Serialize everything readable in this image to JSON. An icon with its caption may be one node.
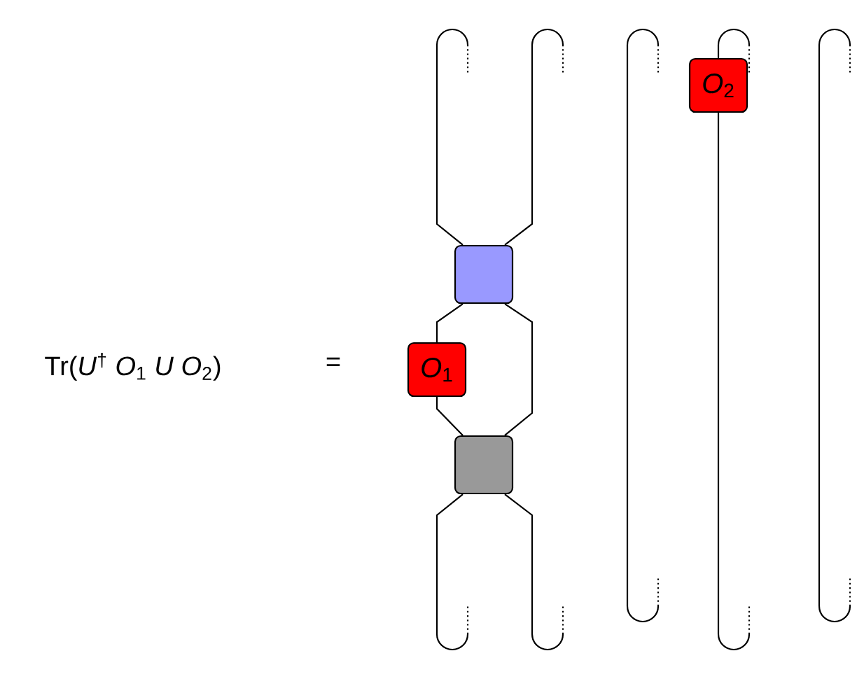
{
  "diagram": {
    "nodes": [
      {
        "text": [],
        "shape": "box"
      },
      {
        "text": [
          "*O*$_{1}$"
        ]
      },
      {
        "text": [],
        "shape": "box"
      },
      {
        "text": [
          "*O*$_{2}$"
        ]
      }
    ],
    "edges": [
      {
        "from": 0,
        "to": null,
        "arrow": "none"
      },
      {
        "from": 0,
        "to": null,
        "arrow": "none"
      },
      {
        "from": 0,
        "to": 1,
        "arrow": "none"
      },
      {
        "from": 1,
        "to": 2,
        "arrow": "none"
      },
      {
        "from": 0,
        "to": 2,
        "arrow": "none"
      },
      {
        "from": 2,
        "to": null,
        "arrow": "none"
      },
      {
        "from": 2,
        "to": null,
        "arrow": "none"
      },
      {
        "from": 3,
        "to": null,
        "arrow": "none"
      },
      {
        "from": 3,
        "to": null,
        "arrow": "none"
      }
    ],
    "labels": [
      "Tr(*U*$^{†}$ *O*$_{1}$ *U* *O*$_{2}$)",
      "="
    ]
  }
}
